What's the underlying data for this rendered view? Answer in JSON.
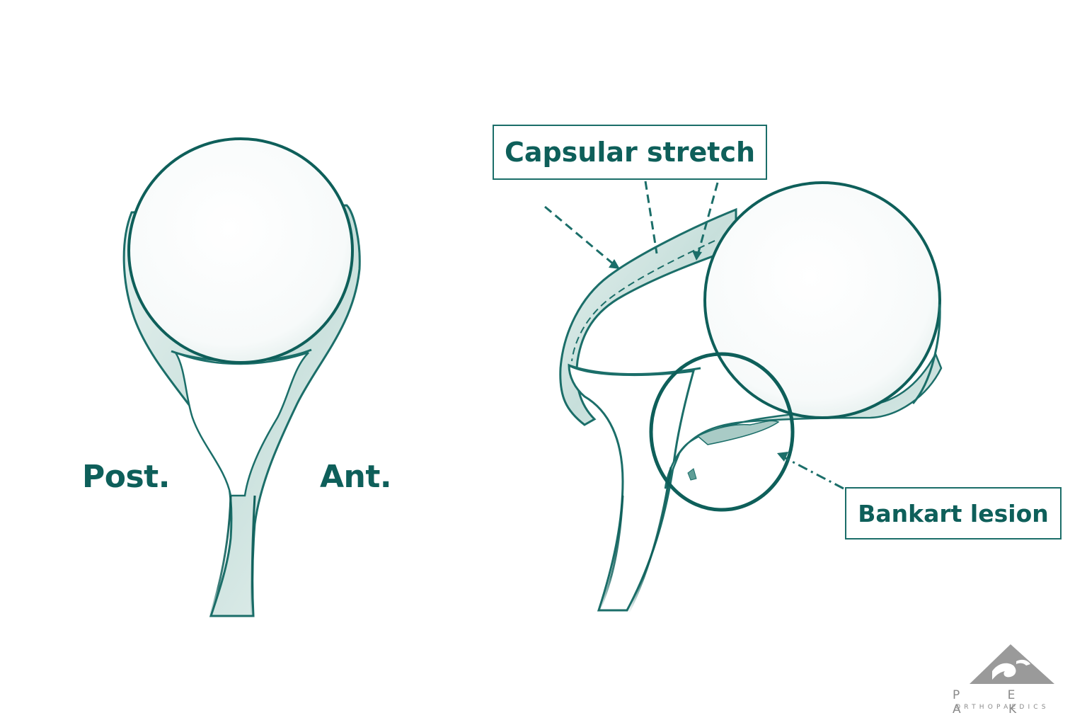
{
  "labels": {
    "posterior": "Post.",
    "anterior": "Ant."
  },
  "callouts": {
    "capsular_stretch": "Capsular stretch",
    "bankart_lesion": "Bankart lesion"
  },
  "logo": {
    "name": "P E A K",
    "subtitle": "ORTHOPAEDICS"
  },
  "colors": {
    "teal_dark": "#0e5f5a",
    "teal_line": "#1b6e69",
    "teal_light": "#cfe3e0",
    "logo_gray": "#8a8a8a"
  }
}
